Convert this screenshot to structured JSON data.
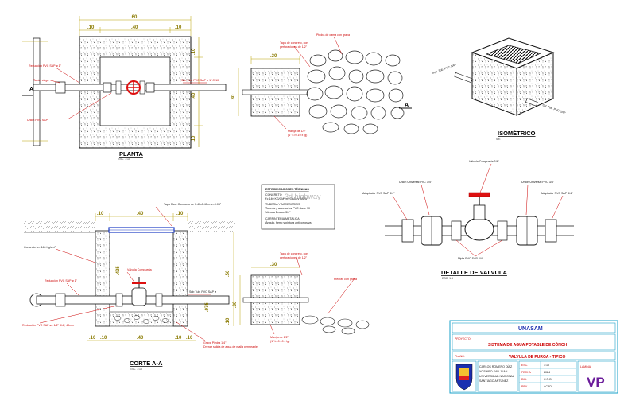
{
  "titles": {
    "planta": "PLANTA",
    "planta_scale": "ESC. 1:10",
    "corte": "CORTE A-A",
    "corte_scale": "ESC. 1:10",
    "isometrico": "ISOMÉTRICO",
    "isometrico_scale": "S/E",
    "detalle": "DETALLE DE VALVULA",
    "detalle_scale": "ESC. 1:5"
  },
  "dimensions": {
    "plan_total": ".60",
    "plan_side": ".10",
    "plan_inner": ".40",
    "cover_width": ".30",
    "cover_depth": ".30",
    "section_top": ".40",
    "section_side": ".10",
    "section_height": ".50",
    "section_bottom": ".10",
    "section_inner_height": ".425",
    "section_low": ".075"
  },
  "labels": {
    "plan_reduction": "Reducción PVC SAP ø 1\"",
    "plan_end_cap": "Tapón ciego",
    "plan_adapter": "Adaptador PVC SAP 1\"",
    "plan_pipe": "Sub Tub. PVC SAP ø 1\" C-10",
    "plan_union": "Unión PVC SAP",
    "lid_label": "Tapa de concreto, con",
    "lid_label2": "perforaciones de 1/2\"",
    "stones": "Piedra de cama con grava",
    "handle": "Manija de 1/2\"",
    "handle2": "(1\" L=0.10 x lg)",
    "iso_pipe_in": "Ingr. Tub. PVC SAP",
    "iso_pipe_out": "Sal. Tub. PVC SAP",
    "valve_gate": "Válvula Compuerta 3/4\"",
    "union_left": "Unión Universal PVC 3/4\"",
    "union_right": "Unión Universal PVC 3/4\"",
    "adapter_left": "Adaptador PVC SAP 3/4\"",
    "adapter_right": "Adaptador PVC SAP 3/4\"",
    "nipple": "Niple PVC SAP 3/4\"",
    "lid_section": "Tapa Mca. Conducto de 0.40x0.40m. e=0.05\"",
    "concrete": "Concreto fc= 140 Kg/cm²",
    "valve_label": "Válvula Compuerta",
    "section_reduction": "Reducción PVC SAP ø 1\"",
    "section_pipe": "Sub Tub. PVC SAP ø",
    "section_adapter": "Reducción PVC SAP ø1 1/2\" 3/4\", 40mm",
    "gravel": "Grava Piedra 1/4\"",
    "gravel2": "Drenar salida de agua de malla permeable",
    "spec_title": "ESPECIFICACIONES TÉCNICAS",
    "spec1": "CONCRETO",
    "spec2": "f'c 140 KG/CM² en CAJA y TAPA",
    "spec3": "TUBERIA Y ACCESORIOS",
    "spec4": "Tubería y accesorios PVC clase 10",
    "spec5": "Válvula Bronce 3/4\"",
    "spec6": "CARPINTERIA METALICA",
    "spec7": "Ángulo, fierro y pintura anticorrosiva",
    "stones2": "Piedras con grava",
    "lid_sec2": "Tapa de concreto, con",
    "lid_sec3": "perforaciones de 1/2\"",
    "handle_sec": "Manija de 1/2\"",
    "handle_sec2": "(1\" L=0.10 x lg)"
  },
  "watermark": "3d.bighway",
  "title_block": {
    "university": "UNASAM",
    "proyecto_label": "PROYECTO:",
    "proyecto": "SISTEMA DE AGUA POTABLE DE CÓNCH",
    "plano_label": "PLANO:",
    "plano": "VALVULA DE PURGA - TIPICO",
    "lamina_label": "LÁMINA:",
    "lamina": "VP",
    "author_lines": [
      "CARLOS ROMERO DÍAZ",
      "YOSHIRO SAN JUAN",
      "UNIVERSIDAD NACIONAL",
      "SANTIAGO ANTÚNEZ"
    ],
    "field_labels": [
      "ESC.",
      "FECHA",
      "DIB.",
      "REV."
    ],
    "field_values": [
      "1:10",
      "2024",
      "C.R.D.",
      "ACAD"
    ]
  },
  "colors": {
    "pipe": "#111111",
    "valve_red": "#dd1111",
    "leader_red": "#cc0000",
    "dim_yellow": "#b8a000",
    "lid_blue": "#1d3cc4",
    "title_cyan": "#19a0c8",
    "title_block_blue": "#1a2fb0",
    "lamina_purple": "#6a1b9a"
  }
}
